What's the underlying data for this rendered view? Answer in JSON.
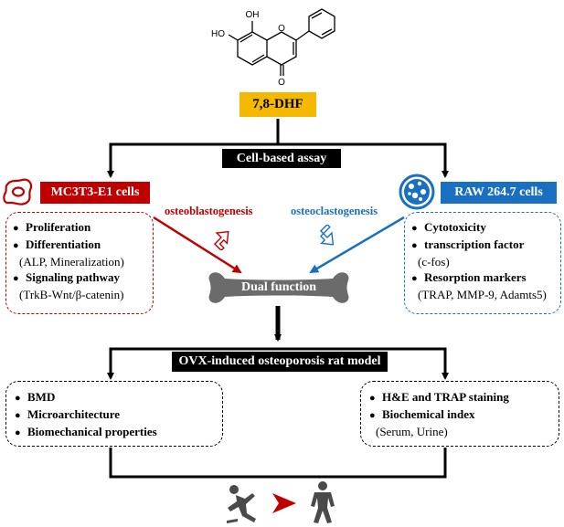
{
  "compound": {
    "name": "7,8-DHF",
    "label_oh_top": "OH",
    "label_oh_left": "HO",
    "label_o_ring": "O",
    "label_o_ketone": "O",
    "color": "#f5b800"
  },
  "cell_assay": {
    "label": "Cell-based assay"
  },
  "left_cell": {
    "title": "MC3T3-E1 cells",
    "color": "#c00000",
    "icon": "osteoblast-cell-icon",
    "items": [
      {
        "label": "Proliferation",
        "sub": ""
      },
      {
        "label": "Differentiation",
        "sub": "(ALP, Mineralization)"
      },
      {
        "label": "Signaling pathway",
        "sub": "(TrkB-Wnt/β-catenin)"
      }
    ]
  },
  "right_cell": {
    "title": "RAW 264.7 cells",
    "color": "#1a70c0",
    "icon": "osteoclast-cell-icon",
    "items": [
      {
        "label": "Cytotoxicity",
        "sub": ""
      },
      {
        "label": "transcription factor",
        "sub": "(c-fos)"
      },
      {
        "label": "Resorption markers",
        "sub": "(TRAP, MMP-9, Adamts5)"
      }
    ]
  },
  "process": {
    "left": "osteoblastogenesis",
    "right": "osteoclastogenesis",
    "left_arrow": "up-arrow-icon",
    "right_arrow": "down-arrow-icon"
  },
  "bone": {
    "label": "Dual function",
    "color": "#6b6b6b"
  },
  "rat_model": {
    "label": "OVX-induced osteoporosis  rat model"
  },
  "bottom_left": {
    "items": [
      {
        "label": "BMD"
      },
      {
        "label": "Microarchitecture"
      },
      {
        "label": "Biomechanical properties"
      }
    ]
  },
  "bottom_right": {
    "items": [
      {
        "label": "H&E and TRAP staining",
        "sub": ""
      },
      {
        "label": "Biochemical index",
        "sub": "(Serum, Urine)"
      }
    ]
  },
  "outcome": {
    "from_icon": "falling-person-icon",
    "arrow_icon": "red-arrow-icon",
    "to_icon": "standing-person-icon",
    "person_color": "#4a4a4a",
    "arrow_color": "#c00000"
  }
}
